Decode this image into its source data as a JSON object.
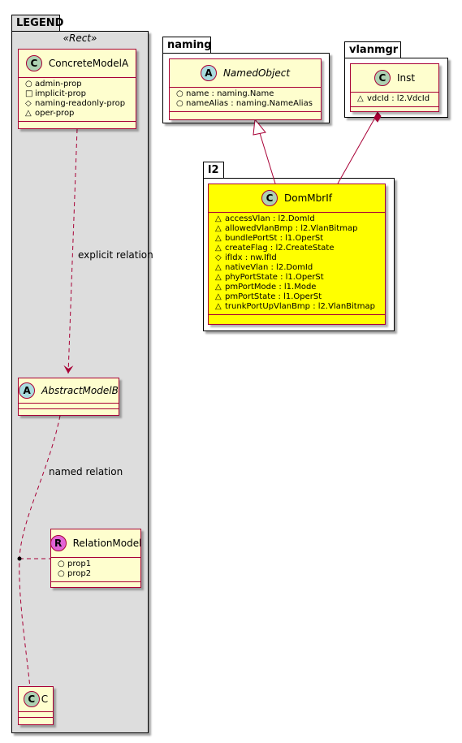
{
  "packages": {
    "legend": {
      "name": "LEGEND",
      "stereotype": "«Rect»"
    },
    "naming": {
      "name": "naming"
    },
    "vlanmgr": {
      "name": "vlanmgr"
    },
    "l2": {
      "name": "l2"
    }
  },
  "classes": {
    "concrete_model_a": {
      "kind": "C",
      "name": "ConcreteModelA",
      "attributes": [
        {
          "vis": "○",
          "text": "admin-prop"
        },
        {
          "vis": "□",
          "text": "implicit-prop"
        },
        {
          "vis": "◇",
          "text": "naming-readonly-prop"
        },
        {
          "vis": "△",
          "text": "oper-prop"
        }
      ]
    },
    "abstract_model_b": {
      "kind": "A",
      "name": "AbstractModelB"
    },
    "relation_model": {
      "kind": "R",
      "name": "RelationModel",
      "attributes": [
        {
          "vis": "○",
          "text": "prop1"
        },
        {
          "vis": "○",
          "text": "prop2"
        }
      ]
    },
    "c": {
      "kind": "C",
      "name": "C"
    },
    "named_object": {
      "kind": "A",
      "name": "NamedObject",
      "attributes": [
        {
          "vis": "○",
          "text": "name : naming.Name"
        },
        {
          "vis": "○",
          "text": "nameAlias : naming.NameAlias"
        }
      ]
    },
    "inst": {
      "kind": "C",
      "name": "Inst",
      "attributes": [
        {
          "vis": "△",
          "text": "vdcId : l2.VdcId"
        }
      ]
    },
    "dom_mbr_if": {
      "kind": "C",
      "name": "DomMbrIf",
      "attributes": [
        {
          "vis": "△",
          "text": "accessVlan : l2.DomId"
        },
        {
          "vis": "△",
          "text": "allowedVlanBmp : l2.VlanBitmap"
        },
        {
          "vis": "△",
          "text": "bundlePortSt : l1.OperSt"
        },
        {
          "vis": "△",
          "text": "createFlag : l2.CreateState"
        },
        {
          "vis": "◇",
          "text": "ifIdx : nw.IfId"
        },
        {
          "vis": "△",
          "text": "nativeVlan : l2.DomId"
        },
        {
          "vis": "△",
          "text": "phyPortState : l1.OperSt"
        },
        {
          "vis": "△",
          "text": "pmPortMode : l1.Mode"
        },
        {
          "vis": "△",
          "text": "pmPortState : l1.OperSt"
        },
        {
          "vis": "△",
          "text": "trunkPortUpVlanBmp : l2.VlanBitmap"
        }
      ]
    }
  },
  "relations": {
    "explicit": "explicit relation",
    "named": "named relation"
  },
  "colors": {
    "class_fill": "#FEFECE",
    "class_border": "#A80036",
    "highlight_fill": "#FFFF00",
    "legend_fill": "#DDDDDD",
    "package_fill": "#FFFFFF"
  }
}
